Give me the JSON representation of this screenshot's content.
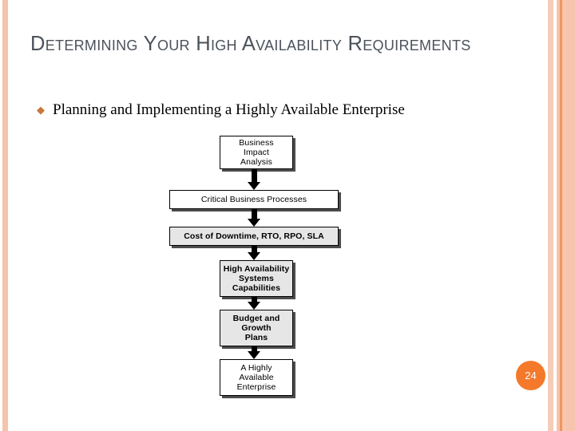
{
  "slide": {
    "title": "Determining Your High Availability Requirements",
    "bullet_marker": "◆",
    "bullet_text": "Planning and Implementing a Highly Available Enterprise",
    "page_number": "24"
  },
  "diagram": {
    "type": "flowchart",
    "orientation": "vertical",
    "nodes": [
      {
        "label": "Business\nImpact\nAnalysis",
        "style": "white"
      },
      {
        "label": "Critical Business Processes",
        "style": "white"
      },
      {
        "label": "Cost of Downtime, RTO, RPO, SLA",
        "style": "grey"
      },
      {
        "label": "High Availability\nSystems\nCapabilities",
        "style": "grey"
      },
      {
        "label": "Budget and\nGrowth\nPlans",
        "style": "grey"
      },
      {
        "label": "A Highly\nAvailable\nEnterprise",
        "style": "white"
      }
    ]
  },
  "colors": {
    "title": "#4c525b",
    "accent_bar": "#f6c3ab",
    "accent_stripe": "#f0965f",
    "badge": "#f4792b",
    "node_grey": "#e6e6e6",
    "bullet": "#c8763c"
  }
}
